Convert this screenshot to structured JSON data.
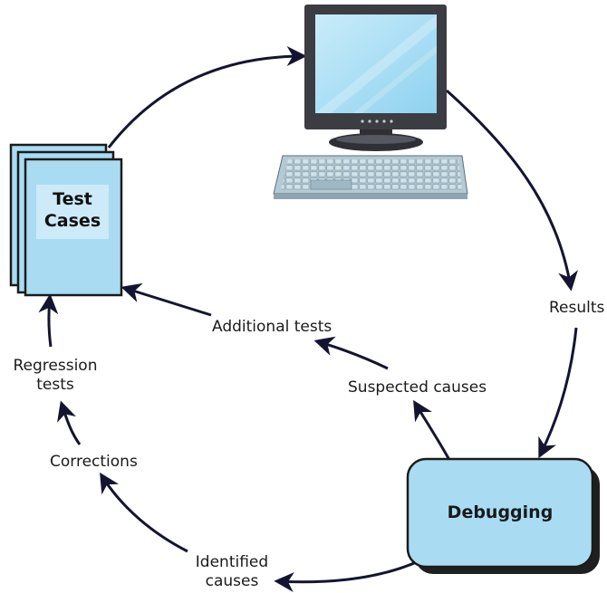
{
  "nodes": {
    "test_cases": {
      "line1": "Test",
      "line2": "Cases"
    },
    "debugging": {
      "label": "Debugging"
    }
  },
  "edge_labels": {
    "results": "Results",
    "additional_tests": "Additional tests",
    "suspected_causes": "Suspected causes",
    "regression_tests_line1": "Regression",
    "regression_tests_line2": "tests",
    "corrections": "Corrections",
    "identified_causes_line1": "Identified",
    "identified_causes_line2": "causes"
  },
  "colors": {
    "doc_fill": "#a9dcf3",
    "doc_stroke": "#1b1b1b",
    "doc_title_bg": "#cdeaf8",
    "debug_fill": "#a9dcf3",
    "debug_shadow": "#1f1f1f",
    "arrow": "#141432",
    "monitor_body": "#3b3d42",
    "screen": "#9cd8f1",
    "keyboard": "#b5c9d3"
  },
  "icons": [
    "stacked-documents-icon",
    "computer-monitor-icon",
    "keyboard-icon"
  ]
}
